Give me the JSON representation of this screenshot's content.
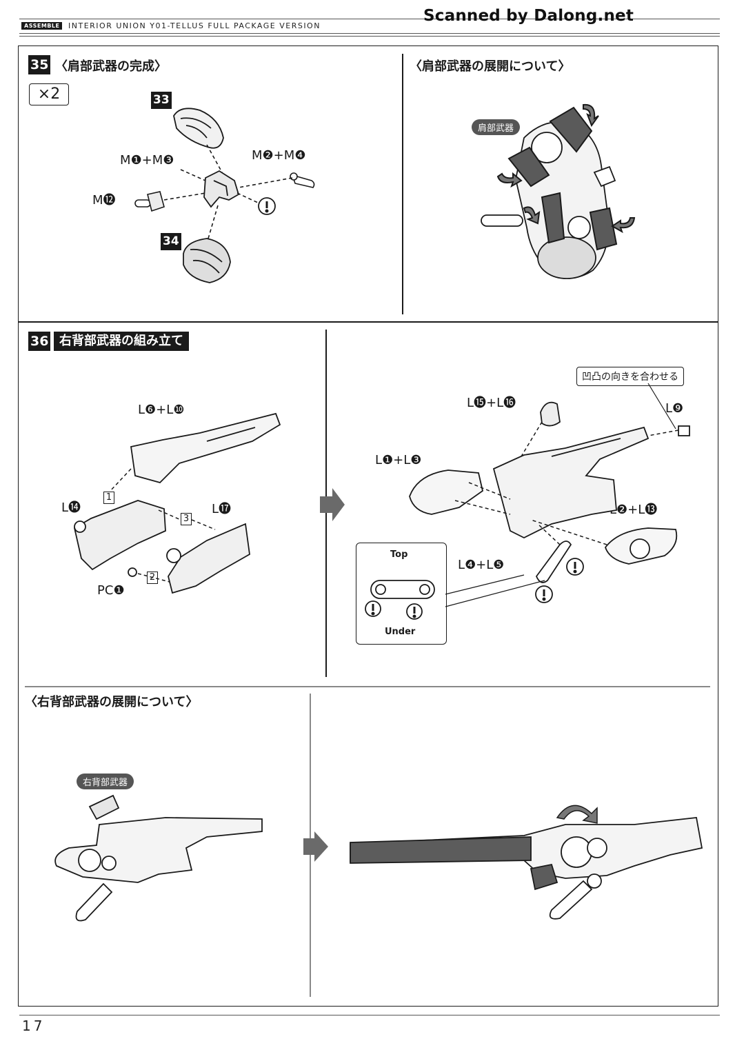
{
  "header": {
    "assemble_tag": "ASSEMBLE",
    "title": "INTERIOR UNION Y01-TELLUS FULL PACKAGE VERSION",
    "scanned": "Scanned by Dalong.net"
  },
  "step35": {
    "number": "35",
    "title": "〈肩部武器の完成〉",
    "multiplier": "×2",
    "ref_a": "33",
    "ref_b": "34",
    "parts": {
      "m1m3": "M❶+M❸",
      "m2m4": "M❷+M❹",
      "m12": "M⓬"
    }
  },
  "deploy_shoulder": {
    "title": "〈肩部武器の展開について〉",
    "badge": "肩部武器"
  },
  "step36": {
    "number": "36",
    "title": "右背部武器の組み立て",
    "parts_left": {
      "l6l10": "L❻+L❿",
      "l14": "L⓮",
      "l17": "L⓱",
      "pc1": "PC❶",
      "s1": "1",
      "s2": "2",
      "s3": "3"
    },
    "parts_right": {
      "callout": "凹凸の向きを合わせる",
      "l15l16": "L⓯+L⓰",
      "l9": "L❾",
      "l1l3": "L❶+L❸",
      "l2l13": "L❷+L⓭",
      "l4l5": "L❹+L❺"
    },
    "top_label": "Top",
    "under_label": "Under"
  },
  "deploy_back": {
    "title": "〈右背部武器の展開について〉",
    "badge": "右背部武器"
  },
  "footer": {
    "page": "17"
  }
}
